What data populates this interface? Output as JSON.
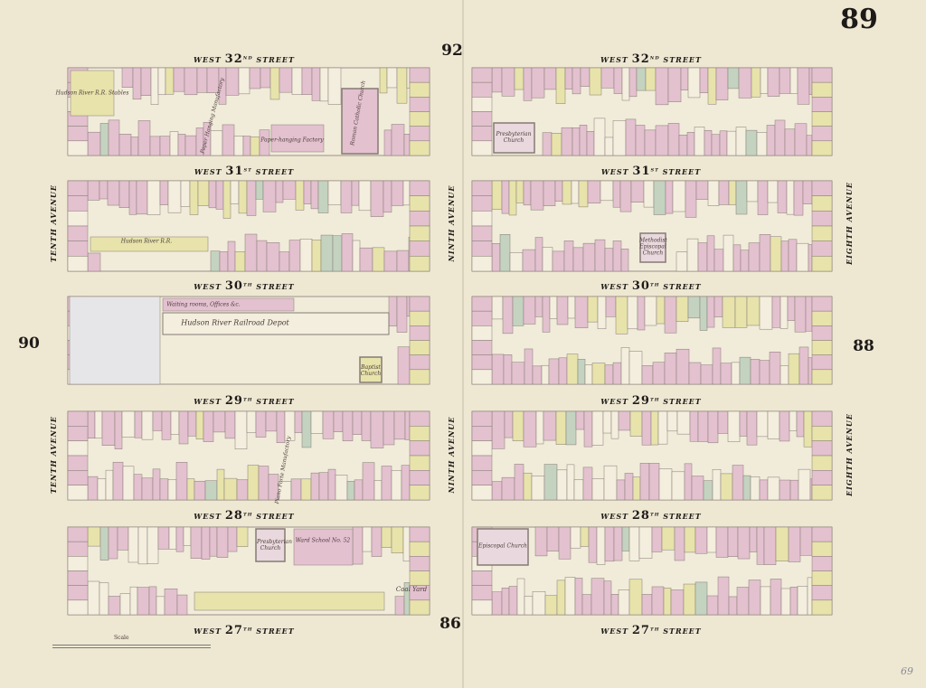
{
  "page_number": "89",
  "adjacent_pages": {
    "top": "92",
    "left": "90",
    "right": "88",
    "bottom": "86"
  },
  "streets": [
    {
      "pre": "WEST ",
      "num": "32",
      "suf": "ND",
      "post": " STREET"
    },
    {
      "pre": "WEST ",
      "num": "31",
      "suf": "ST",
      "post": " STREET"
    },
    {
      "pre": "WEST ",
      "num": "30",
      "suf": "TH",
      "post": " STREET"
    },
    {
      "pre": "WEST ",
      "num": "29",
      "suf": "TH",
      "post": " STREET"
    },
    {
      "pre": "WEST ",
      "num": "28",
      "suf": "TH",
      "post": " STREET"
    },
    {
      "pre": "WEST ",
      "num": "27",
      "suf": "TH",
      "post": " STREET"
    }
  ],
  "avenues": {
    "tenth": "TENTH AVENUE",
    "ninth": "NINTH AVENUE",
    "eighth": "EIGHTH AVENUE"
  },
  "building_labels": {
    "stables": "Hudson River R.R. Stables",
    "paper_factory": "Paper-hanging Factory",
    "paper_manufactory": "Paper Hanging Manufactory",
    "catholic_church": "Roman Catholic Church",
    "presbyterian_church_1": "Presbyterian Church",
    "hudson_rr": "Hudson River R.R.",
    "methodist_church": "Methodist Episcopal Church",
    "waiting_rooms": "Waiting rooms, Offices &c.",
    "depot": "Hudson River Railroad Depot",
    "baptist_church": "Baptist Church",
    "piano_manufactory": "Piano Forte Manufactory",
    "presbyterian_church_2": "Presbyterian Church",
    "ward_school": "Ward School No. 52",
    "coal_yard": "Coal Yard",
    "episcopal_church": "Episcopal Church"
  },
  "scale_label": "Scale",
  "pencil_note": "69",
  "colors": {
    "paper": "#eee8d3",
    "brick": "#e3c1cf",
    "frame": "#e7e3ab",
    "stone": "#c4d3c0",
    "line": "#857a74"
  }
}
